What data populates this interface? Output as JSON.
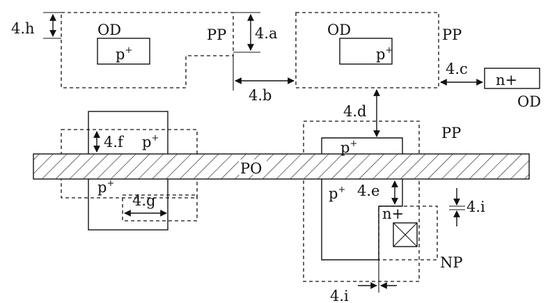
{
  "labels": {
    "od": "OD",
    "pp": "PP",
    "np": "NP",
    "po": "PO",
    "p": "p",
    "plus": "+",
    "nplus": "n+",
    "r_4a": "4.a",
    "r_4b": "4.b",
    "r_4c": "4.c",
    "r_4d": "4.d",
    "r_4e": "4.e",
    "r_4f": "4.f",
    "r_4g": "4.g",
    "r_4h": "4.h",
    "r_4i": "4.i"
  },
  "colors": {
    "ink": "#111111",
    "background": "#ffffff"
  }
}
